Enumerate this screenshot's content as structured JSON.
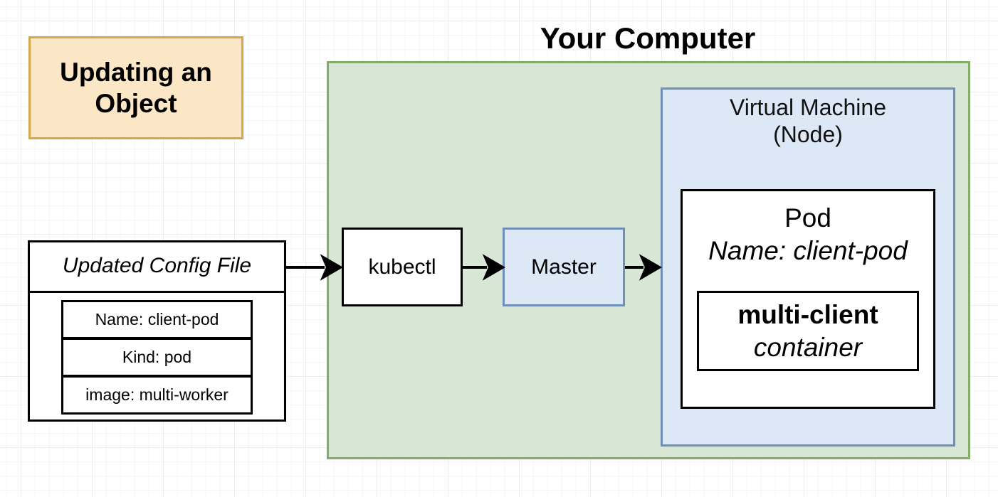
{
  "title": {
    "line1": "Updating an",
    "line2": "Object"
  },
  "computer": {
    "title": "Your Computer"
  },
  "virtual_machine": {
    "line1": "Virtual Machine",
    "line2": "(Node)"
  },
  "pod": {
    "label": "Pod",
    "name": "Name: client-pod"
  },
  "container": {
    "name": "multi-client",
    "type": "container"
  },
  "kubectl": {
    "label": "kubectl"
  },
  "master": {
    "label": "Master"
  },
  "config_file": {
    "title": "Updated Config File",
    "fields": [
      "Name: client-pod",
      "Kind: pod",
      "image: multi-worker"
    ]
  },
  "colors": {
    "title_fill": "#fbe6c5",
    "title_border": "#d6a64b",
    "computer_fill": "#d8e6d6",
    "computer_border": "#84ad6a",
    "node_fill": "#dde8f7",
    "node_border": "#6f8fbb"
  }
}
